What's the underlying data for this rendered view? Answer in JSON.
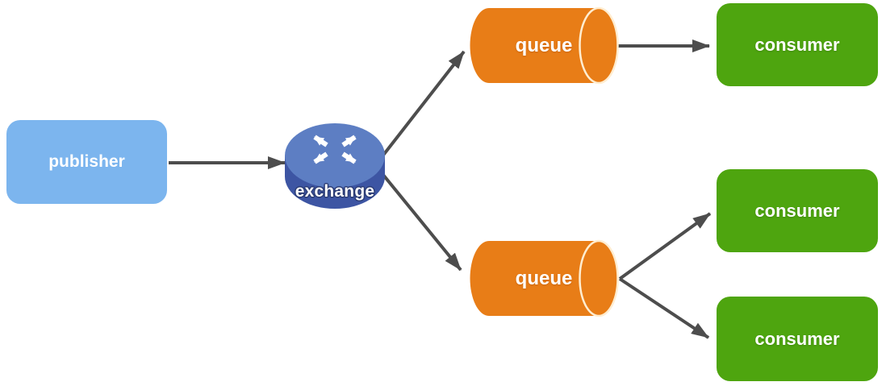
{
  "diagram": {
    "kind": "message-queue-flow",
    "background": "#ffffff",
    "colors": {
      "publisher": "#7cb5ee",
      "queue": "#e87d17",
      "queue_cap_rim": "#ffedd0",
      "consumer": "#4ea50f",
      "exchange_top": "#5d7ec3",
      "exchange_body": "#3d55a3",
      "exchange_outline": "#2a3b74",
      "arrow": "#4d4d4d",
      "label": "#ffffff"
    },
    "nodes": {
      "publisher": {
        "label": "publisher",
        "shape": "rounded-rect"
      },
      "exchange": {
        "label": "exchange",
        "shape": "router-cylinder-3d",
        "icon": "crossed-arrows-icon"
      },
      "queue1": {
        "label": "queue",
        "shape": "horizontal-cylinder"
      },
      "queue2": {
        "label": "queue",
        "shape": "horizontal-cylinder"
      },
      "consumer1": {
        "label": "consumer",
        "shape": "rounded-rect"
      },
      "consumer2": {
        "label": "consumer",
        "shape": "rounded-rect"
      },
      "consumer3": {
        "label": "consumer",
        "shape": "rounded-rect"
      }
    },
    "edges": [
      {
        "from": "publisher",
        "to": "exchange"
      },
      {
        "from": "exchange",
        "to": "queue1"
      },
      {
        "from": "exchange",
        "to": "queue2"
      },
      {
        "from": "queue1",
        "to": "consumer1"
      },
      {
        "from": "queue2",
        "to": "consumer2"
      },
      {
        "from": "queue2",
        "to": "consumer3"
      }
    ]
  }
}
